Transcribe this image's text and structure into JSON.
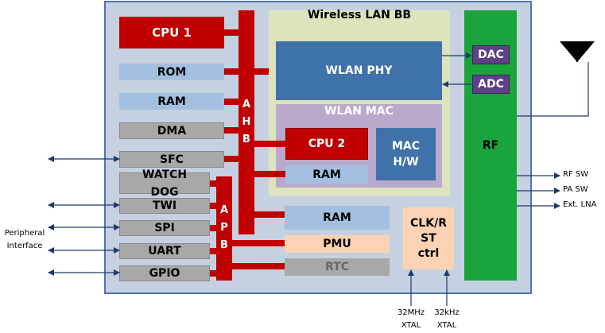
{
  "wireless_lan_bb": {
    "title": "Wireless LAN BB"
  },
  "blocks": {
    "cpu1": "CPU 1",
    "rom": "ROM",
    "ram1": "RAM",
    "dma": "DMA",
    "sfc": "SFC",
    "watchdog": "WATCH\nDOG",
    "twi": "TWI",
    "spi": "SPI",
    "uart": "UART",
    "gpio": "GPIO",
    "wlan_phy": "WLAN PHY",
    "wlan_mac": "WLAN MAC",
    "cpu2": "CPU 2",
    "ram_mac": "RAM",
    "mac_hw": "MAC\nH/W",
    "dac": "DAC",
    "adc": "ADC",
    "rf": "RF",
    "ram_main": "RAM",
    "pmu": "PMU",
    "rtc": "RTC",
    "clk": "CLK/R\nST\nctrl"
  },
  "buses": {
    "ahb": [
      "A",
      "H",
      "B"
    ],
    "apb": [
      "A",
      "P",
      "B"
    ]
  },
  "external": {
    "peripheral": "Peripheral\nInterface",
    "rf_sw": "RF SW",
    "pa_sw": "PA SW",
    "ext_lna": "Ext. LNA",
    "xtal_32mhz": "32MHz\nXTAL",
    "xtal_32khz": "32kHz\nXTAL"
  },
  "colors": {
    "chip_bg": "#c5d1e1",
    "chip_border": "#4f73b5",
    "bus_red": "#c00000",
    "wlan_bb_bg": "#dde3bd",
    "wlan_mac_bg": "#b9a9cc",
    "phy_blue": "#3f72a8",
    "rf_green": "#1aa43c",
    "dac_adc_purple": "#5e3f88",
    "peach": "#fbd3b4"
  }
}
